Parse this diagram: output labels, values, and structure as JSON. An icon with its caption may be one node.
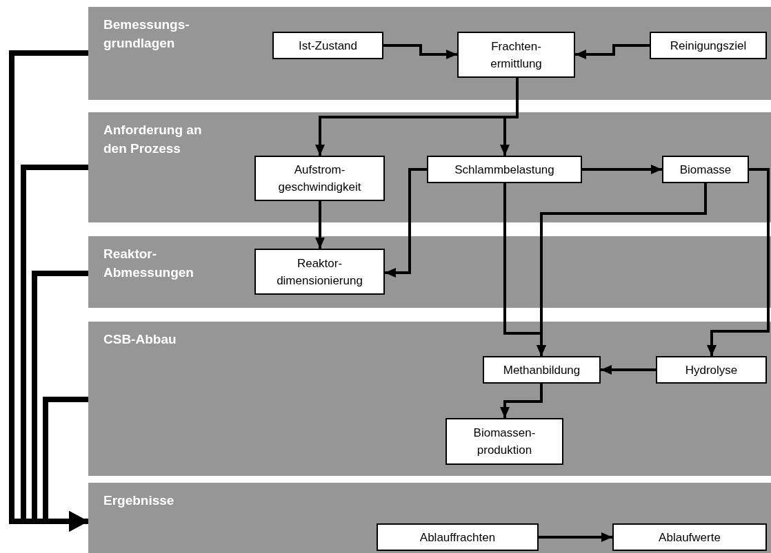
{
  "diagram": {
    "nodes": [
      {
        "text": [
          "Bemessungs- grundlagen"
        ]
      },
      {
        "text": [
          "Ist-Zustand"
        ],
        "in": 0
      },
      {
        "text": [
          "Frachten- ermittlung"
        ],
        "in": 0
      },
      {
        "text": [
          "Reinigungsziel"
        ],
        "in": 0
      },
      {
        "text": [
          "Anforderung an den Prozess"
        ]
      },
      {
        "text": [
          "Aufstrom- geschwindigkeit"
        ],
        "in": 4
      },
      {
        "text": [
          "Schlammbelastung"
        ],
        "in": 4
      },
      {
        "text": [
          "Biomasse"
        ],
        "in": 4
      },
      {
        "text": [
          "Reaktor- Abmessungen"
        ]
      },
      {
        "text": [
          "Reaktor- dimensionierung"
        ],
        "in": 8
      },
      {
        "text": [
          "CSB-Abbau"
        ]
      },
      {
        "text": [
          "Methanbildung"
        ],
        "in": 10
      },
      {
        "text": [
          "Hydrolyse"
        ],
        "in": 10
      },
      {
        "text": [
          "Biomassen- produktion"
        ],
        "in": 10
      },
      {
        "text": [
          "Ergebnisse"
        ]
      },
      {
        "text": [
          "Ablauffrachten"
        ],
        "in": 14
      },
      {
        "text": [
          "Ablaufwerte"
        ],
        "in": 14
      }
    ],
    "edges": [
      {
        "from": 1,
        "to": 2,
        "arrow": "to"
      },
      {
        "from": 3,
        "to": 2,
        "arrow": "to"
      },
      {
        "from": 2,
        "to": 5,
        "arrow": "to"
      },
      {
        "from": 2,
        "to": 6,
        "arrow": "to"
      },
      {
        "from": 5,
        "to": 9,
        "arrow": "to"
      },
      {
        "from": 6,
        "to": 9,
        "arrow": "to"
      },
      {
        "from": 6,
        "to": 7,
        "arrow": "to"
      },
      {
        "from": 6,
        "to": 11,
        "arrow": "to"
      },
      {
        "from": 7,
        "to": 11,
        "arrow": "to"
      },
      {
        "from": 7,
        "to": 12,
        "arrow": "to"
      },
      {
        "from": 12,
        "to": 11,
        "arrow": "to"
      },
      {
        "from": 11,
        "to": 13,
        "arrow": "to"
      },
      {
        "from": 15,
        "to": 16,
        "arrow": "to"
      },
      {
        "from": 0,
        "to": 14,
        "arrow": "to",
        "style": "thick"
      },
      {
        "from": 4,
        "to": 14,
        "arrow": "to",
        "style": "thick"
      },
      {
        "from": 8,
        "to": 14,
        "arrow": "to",
        "style": "thick"
      },
      {
        "from": 10,
        "to": 14,
        "arrow": "to",
        "style": "thick"
      }
    ]
  }
}
